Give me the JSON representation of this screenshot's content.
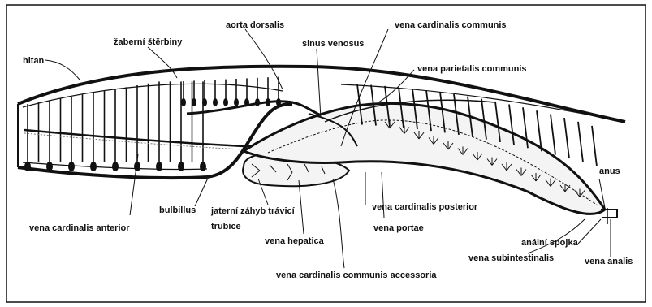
{
  "figure": {
    "labels": {
      "hltan": "hltan",
      "zaberni_sterbiny": "žaberní štěrbiny",
      "aorta_dorsalis": "aorta dorsalis",
      "sinus_venosus": "sinus venosus",
      "vena_cardinalis_communis": "vena cardinalis communis",
      "vena_parietalis_communis": "vena parietalis communis",
      "bulbillus": "bulbillus",
      "vena_cardinalis_anterior": "vena cardinalis anterior",
      "jaterni_zahyb_line1": "jaterní záhyb trávicí",
      "jaterni_zahyb_line2": "trubice",
      "vena_hepatica": "vena hepatica",
      "vena_cardinalis_posterior": "vena cardinalis posterior",
      "vena_portae": "vena portae",
      "vena_cardinalis_communis_accessoria": "vena cardinalis communis accessoria",
      "vena_subintestinalis": "vena subintestinalis",
      "anus": "anus",
      "analni_spojka": "anální spojka",
      "vena_analis": "vena analis"
    },
    "colors": {
      "ink": "#111111",
      "background": "#ffffff",
      "body_fill": "#f4f4f4"
    }
  }
}
